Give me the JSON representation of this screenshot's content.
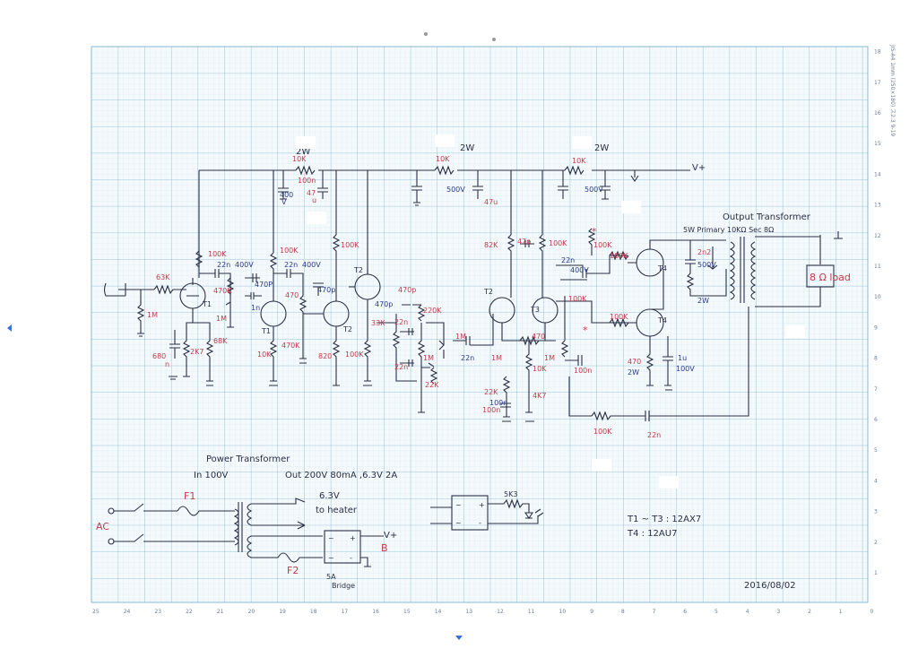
{
  "colors": {
    "grid_major": "#7fb3cf",
    "grid_minor": "#cfe3ee",
    "ink": "#2a2f45",
    "red_ink": "#c23a4a",
    "blue_ink": "#2b3a8c"
  },
  "paper": {
    "right_margin_text": "JIS-A4  1mm (250×180)  ス2.3  9-19",
    "ruler_right": [
      "1",
      "2",
      "3",
      "4",
      "5",
      "6",
      "7",
      "8",
      "9",
      "10",
      "11",
      "12",
      "13",
      "14",
      "15",
      "16",
      "17",
      "18"
    ],
    "ruler_bottom": [
      "25",
      "24",
      "23",
      "22",
      "21",
      "20",
      "19",
      "18",
      "17",
      "16",
      "15",
      "14",
      "13",
      "12",
      "11",
      "10",
      "9",
      "8",
      "7",
      "6",
      "5",
      "4",
      "3",
      "2",
      "1",
      "0"
    ]
  },
  "schematic": {
    "supply_label": "V+",
    "labels_black": {
      "w2a": "2W",
      "w2b": "2W",
      "w2c": "2W",
      "t1a": "T1",
      "t1b": "T1",
      "t2a": "T2",
      "t2b": "T2",
      "t2c": "T2",
      "t3": "T3",
      "t4a": "T4",
      "t4b": "T4"
    },
    "labels_red": {
      "r63k": "63K",
      "r1m_in": "1M",
      "c680": "680",
      "c680n": "n",
      "r100k_a": "100K",
      "r470k": "470K",
      "r1m_a": "1M",
      "r2k7": "2K7",
      "r68k": "68K",
      "r10k_a": "10K",
      "c100n_a": "100n",
      "c47u_a": "47",
      "c47u_au": "u",
      "r100k_b": "100K",
      "r470_a": "470",
      "r10k_b": "10K",
      "r470k_b": "470K",
      "r820": "820",
      "r100k_c": "100K",
      "r100k_d": "100K",
      "c470p_c": "470p",
      "r33k": "33K",
      "r220k": "220K",
      "c22n_c": "22n",
      "c22n_d": "22n",
      "r1m_c": "1M",
      "r22k_a": "22K",
      "r1m_d": "1M",
      "r10k_c": "10K",
      "c47u_b": "47u",
      "r82k": "82K",
      "c47p": "47p",
      "r100k_e": "100K",
      "r100k_f": "100K",
      "r100k_g": "100K",
      "r100k_h": "100K",
      "r100k_i": "100K",
      "star_a": "*",
      "star_b": "*",
      "r1m_e": "1M",
      "r1m_f": "1M",
      "r470_b": "470",
      "r10k_d": "10K",
      "c100n_b": "100n",
      "r22k_b": "22K",
      "c100n_c": "100n",
      "r4k7": "4K7",
      "r10k_e": "10K",
      "c2n2": "2n2",
      "r470_c": "470",
      "r100k_fb": "100K",
      "c22n_fb": "22n",
      "load": "8 Ω load"
    },
    "labels_blue": {
      "c400v_a": "400",
      "c400v_au": "V",
      "c22n_a": "22n",
      "v400_a": "400V",
      "c470p_a": "470P",
      "c1n": "1n",
      "c22n_b": "22n",
      "v400_b": "400V",
      "c470p_b": "470p",
      "v500_a": "500V",
      "v500_b": "500V",
      "c22n_e": "22n",
      "v400_c": "400V",
      "v500_c": "500V",
      "w2_d": "2W",
      "w2_e": "2W",
      "c1u": "1u",
      "v100": "100V",
      "c22n_in": "22n",
      "c470p_in": "470p",
      "c100n_d": "100n"
    },
    "output_transformer": {
      "title": "Output Transformer",
      "spec": "5W  Primary 10KΩ   Sec 8Ω"
    }
  },
  "power_supply": {
    "title": "Power Transformer",
    "spec_in": "In 100V",
    "spec_out": "Out  200V 80mA ,6.3V 2A",
    "ac": "AC",
    "f1": "F1",
    "f2": "F2",
    "heater_v": "6.3V",
    "heater": "to heater",
    "vplus": "V+",
    "b": "B",
    "bridge": "5A",
    "bridge2": "Bridge",
    "led_r": "5K3",
    "tube_line1": "T1 ~ T3 : 12AX7",
    "tube_line2": "T4    : 12AU7",
    "date": "2016/08/02"
  }
}
